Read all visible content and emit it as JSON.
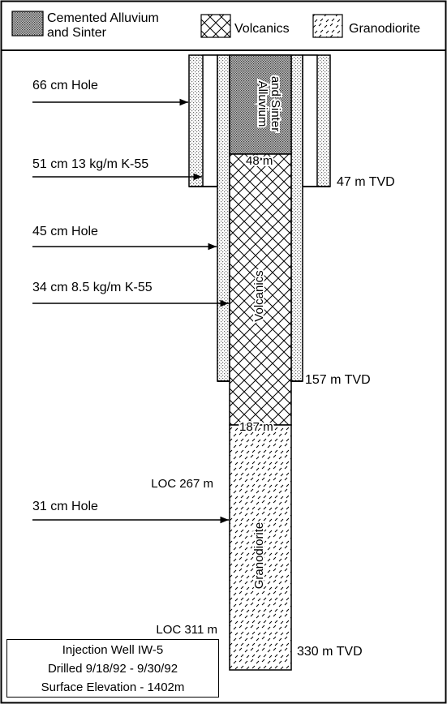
{
  "legend": {
    "items": [
      {
        "label_line1": "Cemented Alluvium",
        "label_line2": "and Sinter",
        "pattern": "stipple",
        "icon": "stipple-swatch-icon"
      },
      {
        "label": "Volcanics",
        "pattern": "crosshatch",
        "icon": "crosshatch-swatch-icon"
      },
      {
        "label": "Granodiorite",
        "pattern": "dashes",
        "icon": "dash-swatch-icon"
      }
    ]
  },
  "callouts": {
    "hole_66": "66 cm Hole",
    "casing_51": "51 cm 13 kg/m K-55",
    "hole_45": "45 cm Hole",
    "casing_34": "34 cm 8.5 kg/m K-55",
    "hole_31": "31 cm Hole"
  },
  "depths": {
    "tvd_47": "47 m TVD",
    "tvd_157": "157 m TVD",
    "tvd_330": "330 m TVD",
    "contact_48": "48 m",
    "contact_187": "187 m",
    "loc_267": "LOC 267 m",
    "loc_311": "LOC 311 m"
  },
  "units": {
    "alluvium_line1": "Alluvium",
    "alluvium_line2": "and Sinter",
    "volcanics": "Volcanics",
    "granodiorite": "Granodiorite"
  },
  "well_info": {
    "name": "Injection Well IW-5",
    "drilled": "Drilled 9/18/92 - 9/30/92",
    "elevation": "Surface Elevation - 1402m"
  },
  "colors": {
    "line": "#000000",
    "fill": "#ffffff",
    "stipple": "#555555"
  }
}
